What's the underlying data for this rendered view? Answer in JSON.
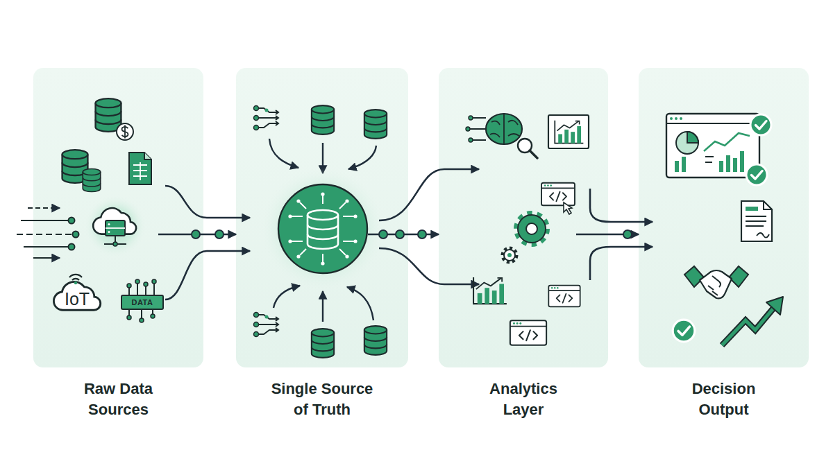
{
  "diagram": {
    "nodes": [
      {
        "text": [
          "Raw Data Sources"
        ]
      },
      {
        "text": [
          "Single Source of Truth"
        ]
      },
      {
        "text": [
          "Analytics Layer"
        ]
      },
      {
        "text": [
          "Decision Output"
        ]
      }
    ],
    "edges": [
      {
        "from": 0,
        "to": 1,
        "arrow": "to"
      },
      {
        "from": 1,
        "to": 2,
        "arrow": "to"
      },
      {
        "from": 2,
        "to": 3,
        "arrow": "to"
      }
    ],
    "labels": [
      "IoT",
      "DATA"
    ]
  }
}
